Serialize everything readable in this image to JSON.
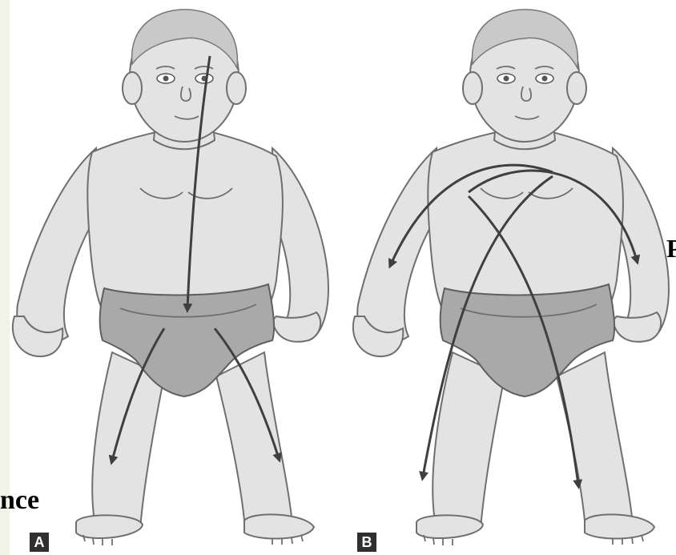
{
  "figure": {
    "panel_a_label": "A",
    "panel_b_label": "B",
    "cropped_left_text": "nce",
    "cropped_right_text": "P"
  },
  "colors": {
    "arrow": "#3f3f3f",
    "diaper": "#a9a9a9",
    "skin": "#e3e3e3",
    "label_bg": "#2f2f2f"
  }
}
